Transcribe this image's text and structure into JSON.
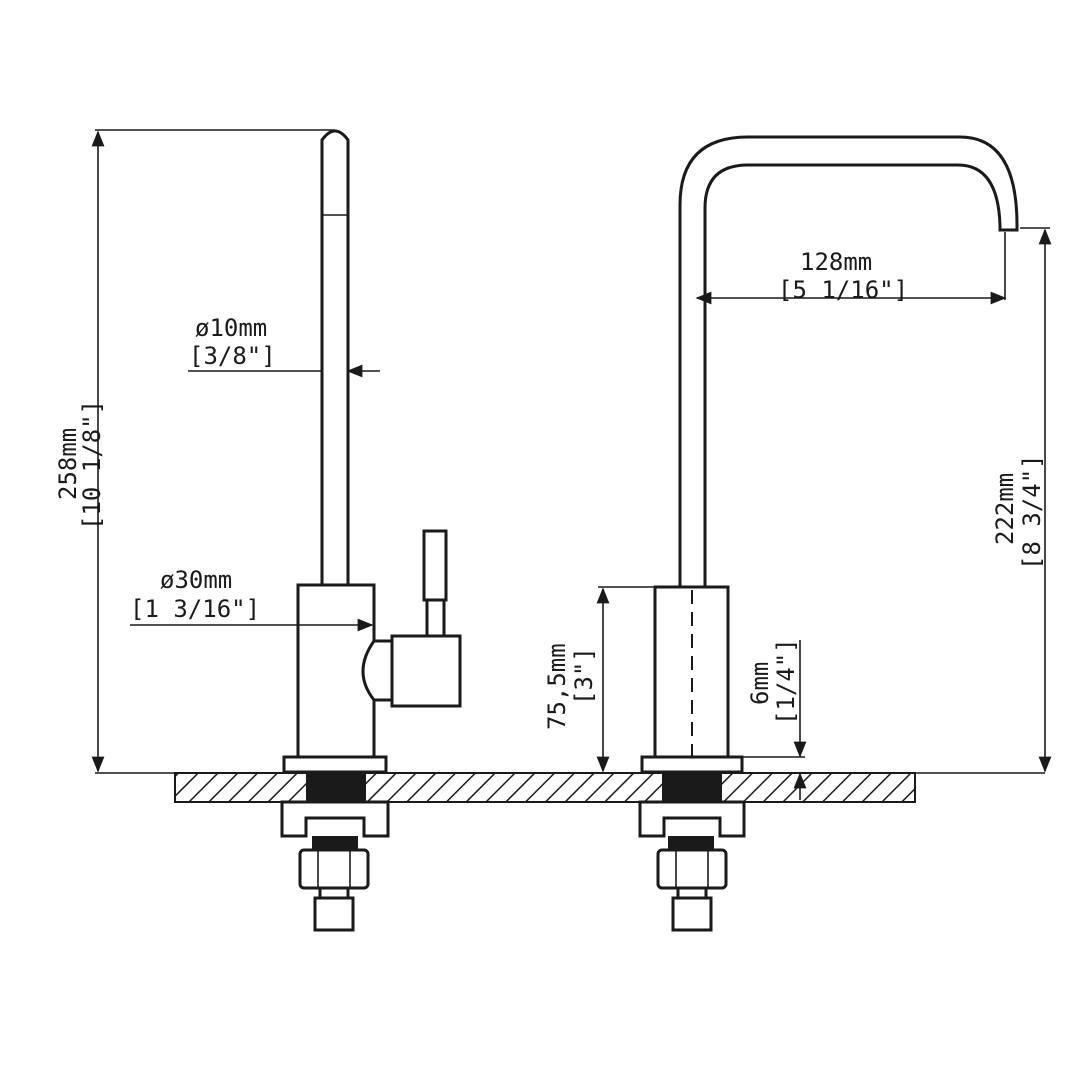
{
  "drawing": {
    "subject": "faucet",
    "line_color": "#1a1a1a",
    "dimensions": {
      "total_height": {
        "metric": "258mm",
        "imperial": "[10 1/8\"]"
      },
      "spout_diameter": {
        "metric": "ø10mm",
        "imperial": "[3/8\"]"
      },
      "body_diameter": {
        "metric": "ø30mm",
        "imperial": "[1 3/16\"]"
      },
      "spout_reach": {
        "metric": "128mm",
        "imperial": "[5 1/16\"]"
      },
      "spout_height": {
        "metric": "222mm",
        "imperial": "[8 3/4\"]"
      },
      "body_height": {
        "metric": "75,5mm",
        "imperial": "[3\"]"
      },
      "base_thickness": {
        "metric": "6mm",
        "imperial": "[1/4\"]"
      }
    }
  }
}
